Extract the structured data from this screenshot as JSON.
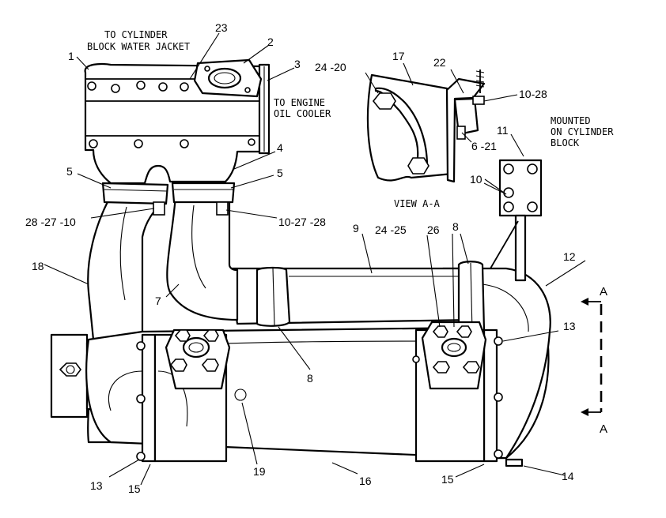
{
  "notes": {
    "cyl_jacket_l1": "TO CYLINDER",
    "cyl_jacket_l2": "BLOCK WATER JACKET",
    "oil_cooler_l1": "TO ENGINE",
    "oil_cooler_l2": "OIL COOLER",
    "mounted_l1": "MOUNTED",
    "mounted_l2": "ON CYLINDER",
    "mounted_l3": "BLOCK",
    "view_title": "VIEW A-A"
  },
  "section_marks": {
    "top": "A",
    "bottom": "A"
  },
  "callouts": {
    "c1": "1",
    "c2": "2",
    "c3": "3",
    "c4": "4",
    "c5_left": "5",
    "c5_right": "5",
    "c7": "7",
    "c8_lower": "8",
    "c8_upper": "8",
    "c9": "9",
    "c10": "10",
    "c11": "11",
    "c12": "12",
    "c13_right": "13",
    "c13_left": "13",
    "c14": "14",
    "c15_left": "15",
    "c15_right": "15",
    "c16": "16",
    "c17": "17",
    "c18": "18",
    "c19": "19",
    "c22": "22",
    "c23": "23",
    "c24_20": "24 -20",
    "c24_25": "24 -25",
    "c26": "26",
    "c6_21": "6 -21",
    "c10_28": "10-28",
    "c28_27_10": "28 -27 -10",
    "c10_27_28": "10-27 -28"
  }
}
